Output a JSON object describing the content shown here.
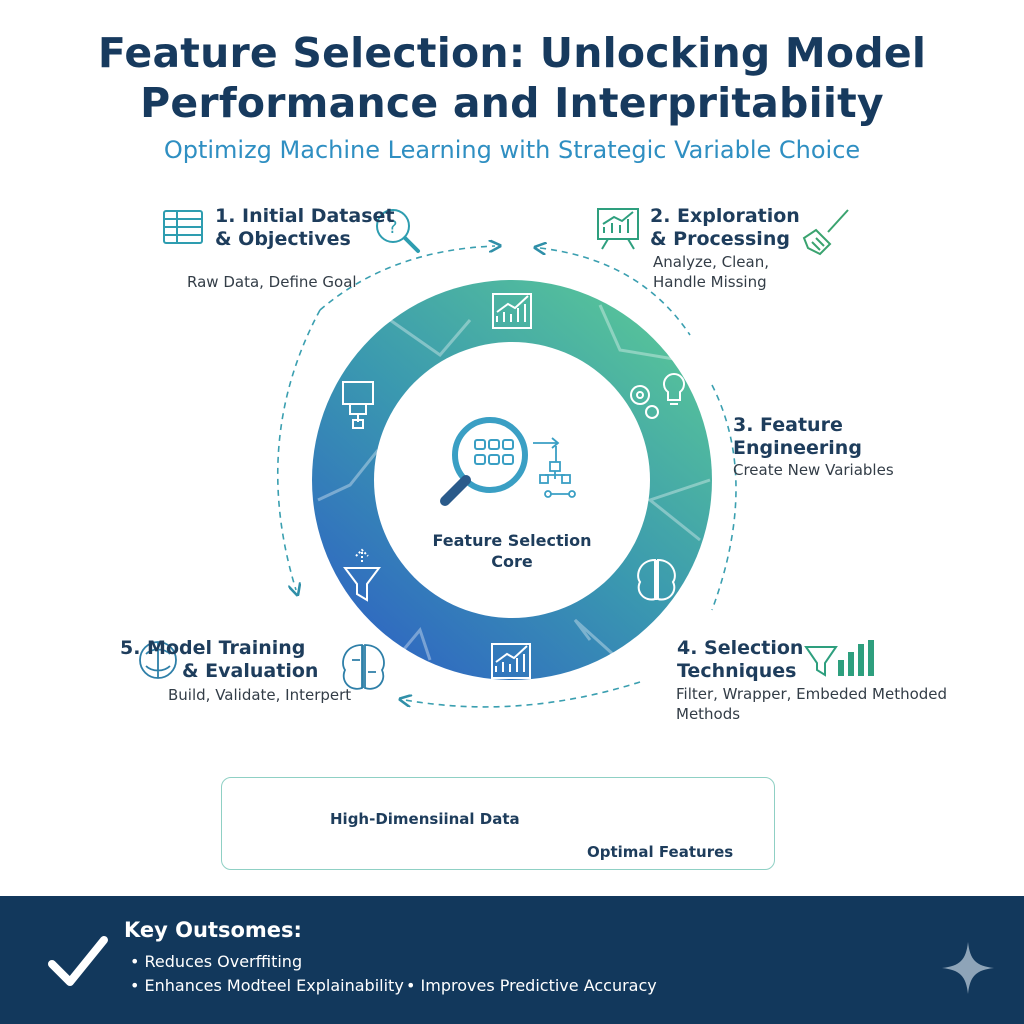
{
  "header": {
    "title_line1": "Feature Selection: Unlocking Model",
    "title_line2": "Performance and Interpritabiity",
    "subtitle": "Optimizg Machine Learning with Strategic Variable Choice"
  },
  "steps": [
    {
      "title_line1": "1. Initial Dataset",
      "title_line2": "& Objectives",
      "desc_line1": "Raw Data, Define Goal",
      "desc_line2": ""
    },
    {
      "title_line1": "2. Exploration",
      "title_line2": "& Processing",
      "desc_line1": "Analyze, Clean,",
      "desc_line2": "Handle Missing"
    },
    {
      "title_line1": "3. Feature",
      "title_line2": "Engineering",
      "desc_line1": "Create New Variables",
      "desc_line2": ""
    },
    {
      "title_line1": "4. Selection",
      "title_line2": "Techniques",
      "desc_line1": "Filter, Wrapper, Embeded Methoded",
      "desc_line2": "Methods"
    },
    {
      "title_line1": "5. Model Training",
      "title_line2": "& Evaluation",
      "desc_line1": "Build, Validate, Interpert",
      "desc_line2": ""
    }
  ],
  "core": {
    "line1": "Feature Selection",
    "line2": "Core"
  },
  "comparison": {
    "left_label": "High-Dimensiinal Data",
    "right_label": "Optimal Features"
  },
  "outcomes": {
    "title": "Key Outsomes:",
    "items": [
      "Reduces Overffiting",
      "Enhances Modteel Explainability",
      "Improves Predictive Accuracy"
    ]
  },
  "colors": {
    "navy": "#12385c",
    "teal": "#3aa58f",
    "blue": "#2f8fc2",
    "ring_start": "#4fbf9a",
    "ring_end": "#2f6fc0",
    "cross": "#d9393b",
    "check": "#3aa36f"
  },
  "icons": [
    "table-icon",
    "question-magnifier-icon",
    "chart-board-icon",
    "broom-icon",
    "gears-bulb-icon",
    "funnel-chart-icon",
    "brain-icon",
    "magnifier-grid-icon",
    "flowchart-icon",
    "funnel-icon",
    "check-icon",
    "cross-icon",
    "sparkle-icon"
  ]
}
